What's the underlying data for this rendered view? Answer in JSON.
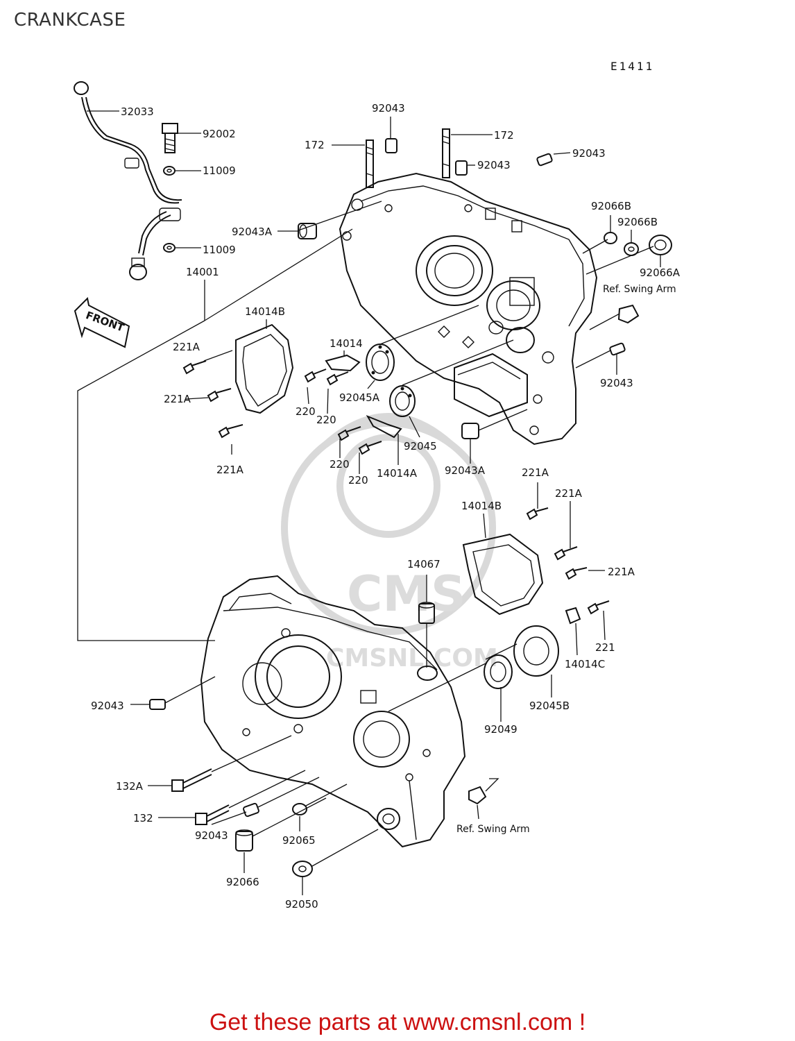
{
  "header": {
    "title": "CRANKCASE",
    "diagram_code": "E1411"
  },
  "labels": {
    "p32033": "32033",
    "p92002": "92002",
    "p11009a": "11009",
    "p11009b": "11009",
    "p14001": "14001",
    "p92043_top": "92043",
    "p172_left": "172",
    "p172_right": "172",
    "p92043_mid": "92043",
    "p92043_right": "92043",
    "p92043A_top": "92043A",
    "p92066B_a": "92066B",
    "p92066B_b": "92066B",
    "p92066A": "92066A",
    "ref_swing_top": "Ref. Swing Arm",
    "p14014B_top": "14014B",
    "p14014": "14014",
    "p221A_1": "221A",
    "p221A_2": "221A",
    "p221A_3": "221A",
    "p220_1": "220",
    "p220_2": "220",
    "p220_3": "220",
    "p220_4": "220",
    "p92045A": "92045A",
    "p92045": "92045",
    "p14014A": "14014A",
    "p92043A_bot": "92043A",
    "p92043_side": "92043",
    "front": "FRONT",
    "p221A_4": "221A",
    "p221A_5": "221A",
    "p14014B_bot": "14014B",
    "p221A_6": "221A",
    "p14067": "14067",
    "p221": "221",
    "p14014C": "14014C",
    "p92045B": "92045B",
    "p92049": "92049",
    "p92043_low": "92043",
    "p132A": "132A",
    "p132": "132",
    "p92043_bot": "92043",
    "p92065": "92065",
    "p92066": "92066",
    "p92050": "92050",
    "ref_swing_bot": "Ref. Swing Arm"
  },
  "watermark": {
    "text": "CMS",
    "subtext": "CMSNL.COM"
  },
  "footer": {
    "text": "Get these parts at www.cmsnl.com !"
  }
}
